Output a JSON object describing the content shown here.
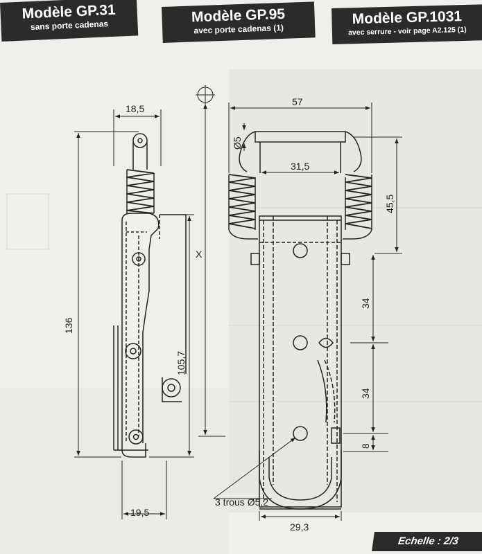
{
  "models": [
    {
      "title": "Modèle GP.31",
      "subtitle": "sans porte cadenas"
    },
    {
      "title": "Modèle GP.95",
      "subtitle": "avec porte cadenas (1)"
    },
    {
      "title": "Modèle GP.1031",
      "subtitle": "avec serrure - voir page A2.125 (1)"
    }
  ],
  "dimensions": {
    "d18_5": "18,5",
    "d136": "136",
    "d105_7": "105,7",
    "d19_5": "19,5",
    "dX": "X",
    "d57": "57",
    "d5": "Ø5",
    "d31_5": "31,5",
    "d45_5": "45,5",
    "d34a": "34",
    "d34b": "34",
    "d8": "8",
    "holes": "3 trous Ø5,2",
    "d29_3": "29,3"
  },
  "scale": "Echelle : 2/3",
  "colors": {
    "ink": "#222222",
    "paper": "#efefec",
    "label_bg": "#2b2b2b"
  }
}
